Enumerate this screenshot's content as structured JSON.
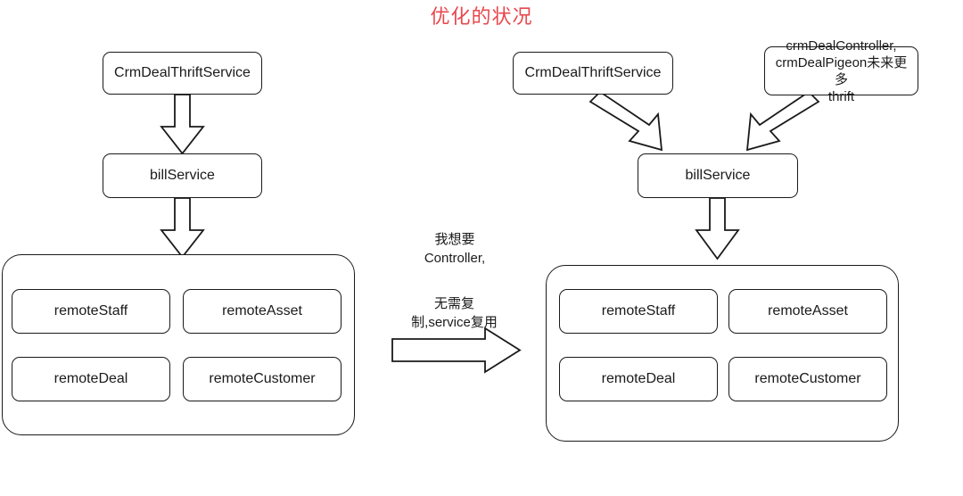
{
  "title": "优化的状况",
  "title_color": "#e8474c",
  "left_diagram": {
    "name": "current-architecture",
    "thrift_service": "CrmDealThriftService",
    "bill_service": "billService",
    "remote_group": {
      "items": [
        "remoteStaff",
        "remoteAsset",
        "remoteDeal",
        "remoteCustomer"
      ]
    },
    "arrows": [
      "arrow-thrift-to-bill",
      "arrow-bill-to-remote-group"
    ]
  },
  "middle_notes": {
    "note_top": "我想要\nController,",
    "note_bottom": "无需复\n制,service复用",
    "arrow": "arrow-transform-right"
  },
  "right_diagram": {
    "name": "optimized-architecture",
    "thrift_service": "CrmDealThriftService",
    "controller_box": "crmDealController,\ncrmDealPigeon未来更多\nthrift",
    "bill_service": "billService",
    "remote_group": {
      "items": [
        "remoteStaff",
        "remoteAsset",
        "remoteDeal",
        "remoteCustomer"
      ]
    },
    "arrows": [
      "arrow-thrift-to-bill-diagonal",
      "arrow-controller-to-bill-diagonal",
      "arrow-bill-to-remote-group"
    ]
  }
}
